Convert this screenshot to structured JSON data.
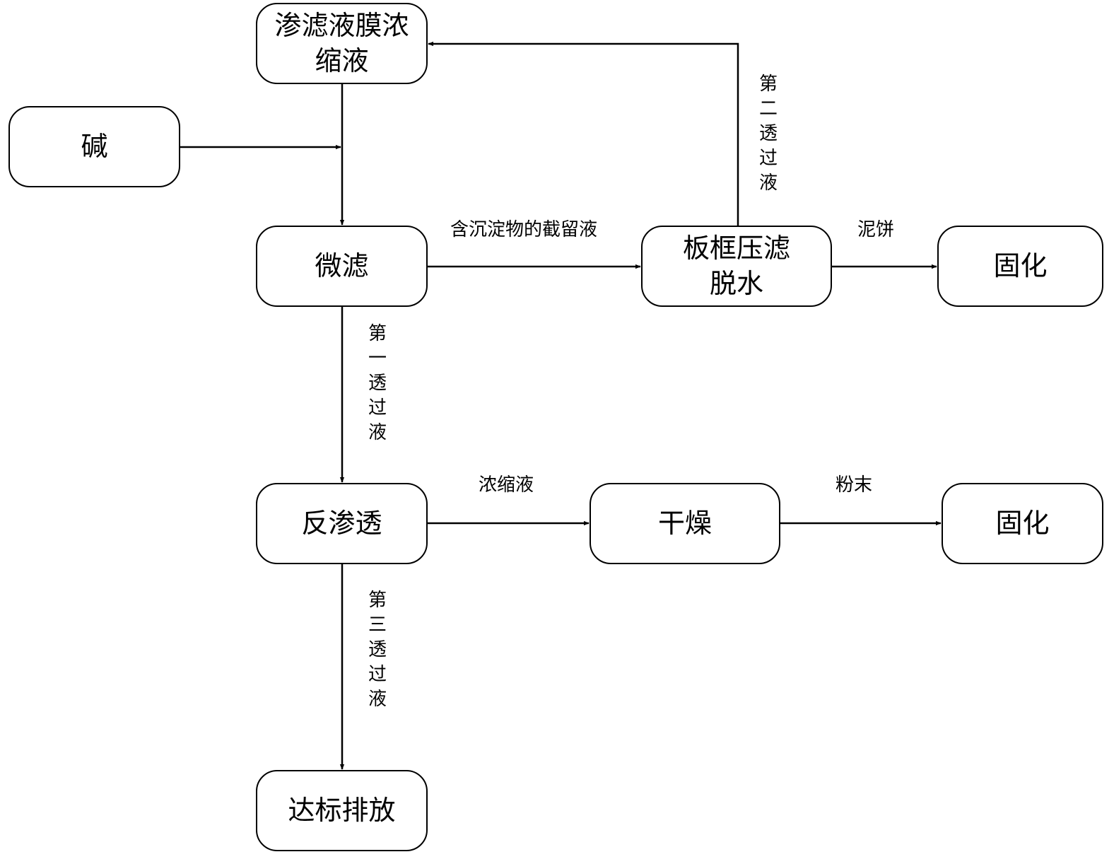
{
  "nodes": {
    "membrane_concentrate": "渗滤液膜浓缩液",
    "alkali": "碱",
    "microfiltration": "微滤",
    "plate_press": "板框压滤脱水",
    "solidify_top": "固化",
    "reverse_osmosis": "反渗透",
    "drying": "干燥",
    "solidify_bottom": "固化",
    "discharge": "达标排放"
  },
  "edge_labels": {
    "retentate": "含沉淀物的截留液",
    "second_permeate": "第二透过液",
    "sludge_cake": "泥饼",
    "first_permeate": "第一透过液",
    "concentrate": "浓缩液",
    "powder": "粉末",
    "third_permeate": "第三透过液"
  }
}
